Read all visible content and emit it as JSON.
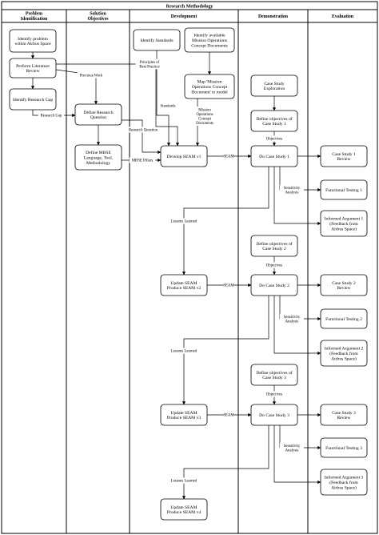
{
  "title": "Research Methodology",
  "lanes": [
    {
      "title": "Problem Identification"
    },
    {
      "title": "Solution Objectives"
    },
    {
      "title": "Development"
    },
    {
      "title": "Demonstration"
    },
    {
      "title": "Evaluation"
    }
  ],
  "nodes": [
    {
      "id": "identify_problem",
      "text": "Identify problem within Airbus Space"
    },
    {
      "id": "lit_review",
      "text": "Perform Literature Review"
    },
    {
      "id": "research_gap",
      "text": "Identify Research Gap"
    },
    {
      "id": "define_rq",
      "text": "Define Research Question"
    },
    {
      "id": "define_mbse",
      "text": "Define MBSE Language, Tool, Methodology"
    },
    {
      "id": "identify_standards",
      "text": "Identify Standards"
    },
    {
      "id": "identify_mission_docs",
      "text": "Identify available Mission Operations Concept Documents"
    },
    {
      "id": "map_mission_docs",
      "text": "Map 'Mission Operations Concept Document' to model"
    },
    {
      "id": "develop_seam",
      "text": "Develop SEAM v1"
    },
    {
      "id": "update_seam2",
      "text": "Update SEAM Produce SEAM v2"
    },
    {
      "id": "update_seam3",
      "text": "Update SEAM Produce SEAM v3"
    },
    {
      "id": "update_seam4",
      "text": "Update SEAM Produce SEAM v4"
    },
    {
      "id": "case_exploration",
      "text": "Case Study Exploration"
    },
    {
      "id": "obj_cs1",
      "text": "Define objectives of Case Study 1"
    },
    {
      "id": "do_cs1",
      "text": "Do Case Study 1"
    },
    {
      "id": "obj_cs2",
      "text": "Define objectives of Case Study 2"
    },
    {
      "id": "do_cs2",
      "text": "Do Case Study 2"
    },
    {
      "id": "obj_cs3",
      "text": "Define objectives of Case Study 3"
    },
    {
      "id": "do_cs3",
      "text": "Do Case Study 3"
    },
    {
      "id": "review_cs1",
      "text": "Case Study 1 Review"
    },
    {
      "id": "func_test1",
      "text": "Functional Testing 1"
    },
    {
      "id": "informed_arg1",
      "text": "Informed Argument 1 (Feedback from Airbus Space)"
    },
    {
      "id": "review_cs2",
      "text": "Case Study 2 Review"
    },
    {
      "id": "func_test2",
      "text": "Functional Testing 2"
    },
    {
      "id": "informed_arg2",
      "text": "Informed Argument 2 (Feedback from Airbus Space)"
    },
    {
      "id": "review_cs3",
      "text": "Case Study 3 Review"
    },
    {
      "id": "func_test3",
      "text": "Functional Testing 3"
    },
    {
      "id": "informed_arg3",
      "text": "Informed Argument 3 (Feedback from Airbus Space)"
    }
  ],
  "edge_labels": {
    "principles": "Principles of Best Practice",
    "previous_work": "Previous Work",
    "standards": "Standards",
    "mission_docs": "Mission Operations Concept Documents",
    "research_gap": "Research Gap",
    "research_question": "Research Question",
    "mbse_pillars": "MBSE Pillars",
    "seam": "SEAM",
    "objectives": "Objectives",
    "sensitivity_analysis": "Sensitivity Analysis",
    "lessons_learned": "Lessons Learned"
  }
}
